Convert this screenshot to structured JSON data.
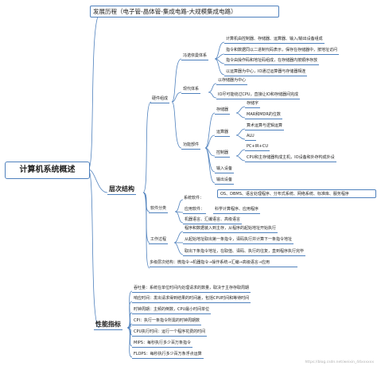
{
  "root": "计算机系统概述",
  "branches": {
    "history": "发展历程（电子管-晶体管-集成电路-大规模集成电路）",
    "levels": "层次结构",
    "perf": "性能指标"
  },
  "levels": {
    "hardware": "硬件组成",
    "von": "冯诺依曼体系",
    "von_items": [
      "计算机由控制器、存储器、运算器、输入/输出设备组成",
      "指令和数据同以二进制代码表示，保存在存储器中，按地址访问",
      "指令由操作码和地址码组成，在存储器内按顺序存放",
      "以运算器为中心，IO通过运算器与存储器相连"
    ],
    "modern": "现代体系",
    "modern_items": [
      "以存储器为中心",
      "IO尽可能绕过CPU，直接让IO和存储器间完成"
    ],
    "function": "功能部件",
    "memory": "存储器",
    "memory_items": [
      "存储字",
      "MAR和MDR的位数"
    ],
    "alu_box": "运算器",
    "alu_items": [
      "算术运算与逻辑运算",
      "ALU"
    ],
    "control": "控制器",
    "control_items": [
      "PC+IR+CU",
      "CPU和主存储器构成主机，IO设备和外存构成外设"
    ],
    "input": "输入设备",
    "output": "输出设备",
    "software": "软件分类",
    "sys_sw": "系统软件：",
    "sys_sw_items": "OS、DBMS、语言处理程序、分布式系统、网络系统、标准库、服务程序",
    "app_sw": "应用软件：",
    "app_sw_items": "科学计算程序、应用程序",
    "langs": "机器语言、汇编语言、高级语言",
    "work": "工作过程",
    "work_items": [
      "程序和数据装入到主存，从程序的起始地址开始执行",
      "从起始地址取出第一条指令，译码执行并计算下一条指令地址",
      "取出下条指令地址，在取值、译码、执行的往复，直到程序执行完毕"
    ],
    "multi": "多级层次结构：微指令→机器指令→操作系统→汇编→高级语言→应用"
  },
  "perf": {
    "items": [
      "吞吐量：系统在单位时间内处理请求的数量，取决于主存存取周期",
      "响应时间：发出请求得到结果的时间差，包括CPU时间和等待时间",
      "时钟周期：主频的倒数，CPU最小时间单位",
      "CPI：执行一条指令所需的时钟周期数",
      "CPU执行时间：运行一个程序花费的时间",
      "MIPS：每秒执行多少百万条指令",
      "FLOPS：每秒执行多少百万条浮点运算"
    ]
  },
  "watermark": "https://blog.csdn.net/weixin_44xxxxxx",
  "colors": {
    "line": "#4f81bd",
    "text": "#222222",
    "box": "#4f81bd"
  }
}
